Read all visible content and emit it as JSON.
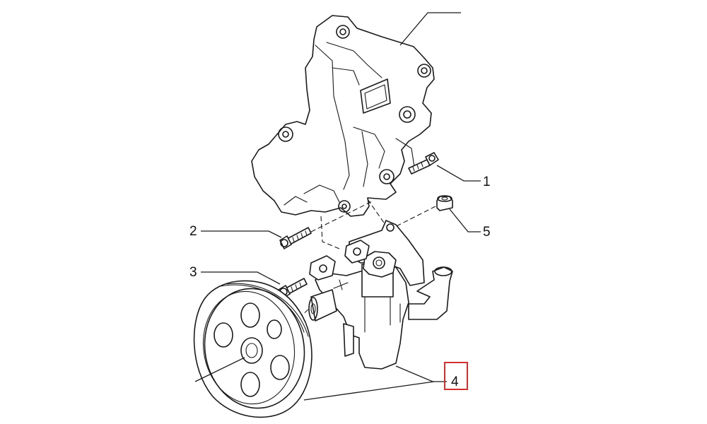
{
  "diagram": {
    "callouts": {
      "c1": "1",
      "c2": "2",
      "c3": "3",
      "c4": "4",
      "c5": "5"
    },
    "highlight_color": "#d32f2f",
    "highlighted_callout": "4",
    "parts": [
      "mounting-bracket",
      "bolt",
      "bolt",
      "bolt",
      "power-steering-pump",
      "pulley",
      "bushing"
    ]
  }
}
